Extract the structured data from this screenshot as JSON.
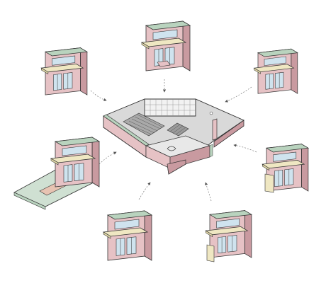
{
  "diagram": {
    "description_visible_text": "",
    "colors": {
      "wall_pink": "#e6c2c5",
      "wall_pink_dark": "#c99aa0",
      "cap_green": "#b9d3be",
      "canopy_cream": "#efe7c2",
      "glass_blue": "#cfe3ee",
      "plaza_gray": "#d9d9d9",
      "plaza_dark": "#9a9a9a",
      "ramp_green": "#cfe0d2",
      "ramp_pink": "#e7c3b2",
      "stroke": "#333333",
      "arrow": "#7a7a7a"
    },
    "modules": [
      {
        "id": "top",
        "icon": "facade-module-icon"
      },
      {
        "id": "top-left",
        "icon": "facade-module-icon"
      },
      {
        "id": "top-right",
        "icon": "facade-module-icon"
      },
      {
        "id": "mid-left",
        "icon": "facade-ramp-module-icon"
      },
      {
        "id": "mid-right",
        "icon": "facade-module-icon"
      },
      {
        "id": "bottom-left",
        "icon": "facade-module-icon"
      },
      {
        "id": "bottom-right",
        "icon": "facade-module-icon"
      }
    ],
    "center": {
      "icon": "building-axonometric-icon"
    }
  }
}
